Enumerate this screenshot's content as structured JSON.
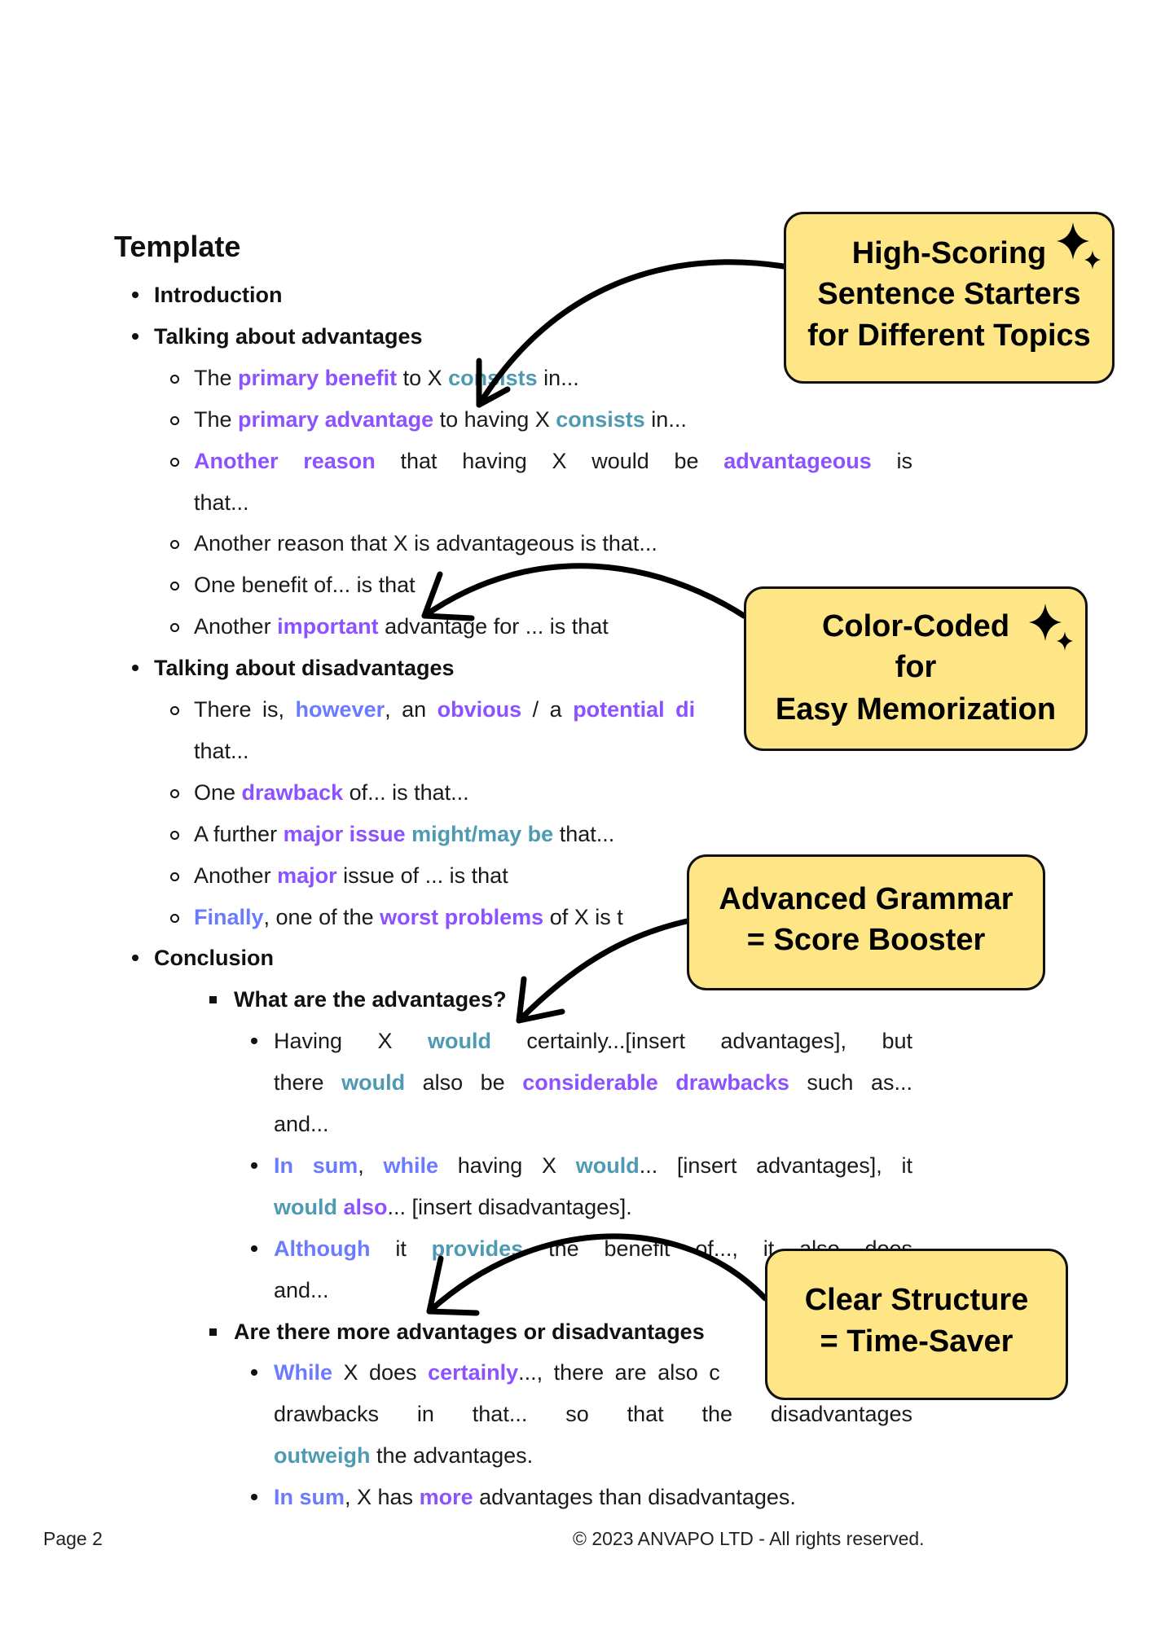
{
  "heading": "Template",
  "colors": {
    "purple": "#8c52ff",
    "teal": "#4f9ab3",
    "blue": "#6b7bff",
    "callout_bg": "#fee585"
  },
  "lines": [
    {
      "level": 1,
      "bold": true,
      "segs": [
        [
          "Introduction",
          ""
        ]
      ]
    },
    {
      "level": 1,
      "bold": true,
      "segs": [
        [
          "Talking about advantages",
          ""
        ]
      ]
    },
    {
      "level": 2,
      "segs": [
        [
          "The ",
          ""
        ],
        [
          "primary benefit",
          "P"
        ],
        [
          " to X ",
          ""
        ],
        [
          "consists",
          "T"
        ],
        [
          " in...",
          ""
        ]
      ]
    },
    {
      "level": 2,
      "segs": [
        [
          "The ",
          ""
        ],
        [
          "primary advantage",
          "P"
        ],
        [
          " to having X ",
          ""
        ],
        [
          "consists",
          "T"
        ],
        [
          " in...",
          ""
        ]
      ]
    },
    {
      "level": 2,
      "justify": true,
      "segs": [
        [
          "Another reason",
          "P"
        ],
        [
          " that having X would be ",
          ""
        ],
        [
          "advantageous",
          "P"
        ],
        [
          " is",
          ""
        ]
      ]
    },
    {
      "level": 2,
      "cont": true,
      "segs": [
        [
          "that...",
          ""
        ]
      ]
    },
    {
      "level": 2,
      "segs": [
        [
          "Another reason that X is advantageous is that...",
          ""
        ]
      ]
    },
    {
      "level": 2,
      "segs": [
        [
          "One benefit of... is that",
          ""
        ]
      ]
    },
    {
      "level": 2,
      "segs": [
        [
          "Another ",
          ""
        ],
        [
          "important",
          "P"
        ],
        [
          " advantage for ... is that",
          ""
        ]
      ]
    },
    {
      "level": 1,
      "bold": true,
      "segs": [
        [
          "Talking about disadvantages",
          ""
        ]
      ]
    },
    {
      "level": 2,
      "wide": true,
      "segs": [
        [
          "There is, ",
          ""
        ],
        [
          "however",
          "B"
        ],
        [
          ", an ",
          ""
        ],
        [
          "obvious",
          "P"
        ],
        [
          " / a ",
          ""
        ],
        [
          "potential di",
          "P"
        ]
      ]
    },
    {
      "level": 2,
      "cont": true,
      "segs": [
        [
          "that...",
          ""
        ]
      ]
    },
    {
      "level": 2,
      "segs": [
        [
          "One ",
          ""
        ],
        [
          "drawback",
          "P"
        ],
        [
          " of... is that...",
          ""
        ]
      ]
    },
    {
      "level": 2,
      "segs": [
        [
          "A further ",
          ""
        ],
        [
          "major issue",
          "P"
        ],
        [
          " ",
          ""
        ],
        [
          "might/may be",
          "T"
        ],
        [
          " that...",
          ""
        ]
      ]
    },
    {
      "level": 2,
      "segs": [
        [
          "Another ",
          ""
        ],
        [
          "major",
          "P"
        ],
        [
          " issue of ... is that",
          ""
        ]
      ]
    },
    {
      "level": 2,
      "segs": [
        [
          "Finally",
          "B"
        ],
        [
          ", one of the ",
          ""
        ],
        [
          "worst problems",
          "P"
        ],
        [
          " of X is t",
          ""
        ]
      ]
    },
    {
      "level": 1,
      "bold": true,
      "segs": [
        [
          "Conclusion",
          ""
        ]
      ]
    },
    {
      "level": 3,
      "bold": true,
      "segs": [
        [
          "What are the advantages?",
          ""
        ]
      ]
    },
    {
      "level": 4,
      "justify": true,
      "segs": [
        [
          "Having X ",
          ""
        ],
        [
          "would",
          "T"
        ],
        [
          " certainly...[insert advantages], but",
          ""
        ]
      ]
    },
    {
      "level": 4,
      "cont": true,
      "justify": true,
      "segs": [
        [
          "there ",
          ""
        ],
        [
          "would",
          "T"
        ],
        [
          " also be ",
          ""
        ],
        [
          "considerable drawbacks",
          "P"
        ],
        [
          " such as...",
          ""
        ]
      ]
    },
    {
      "level": 4,
      "cont": true,
      "segs": [
        [
          "and...",
          ""
        ]
      ]
    },
    {
      "level": 4,
      "justify": true,
      "segs": [
        [
          "In sum",
          "B"
        ],
        [
          ", ",
          ""
        ],
        [
          "while",
          "B"
        ],
        [
          " having X ",
          ""
        ],
        [
          "would",
          "T"
        ],
        [
          "... [insert advantages], it",
          ""
        ]
      ]
    },
    {
      "level": 4,
      "cont": true,
      "segs": [
        [
          "would",
          "T"
        ],
        [
          " ",
          ""
        ],
        [
          "also",
          "P"
        ],
        [
          "... [insert disadvantages].",
          ""
        ]
      ]
    },
    {
      "level": 4,
      "justify": true,
      "segs": [
        [
          "Although",
          "B"
        ],
        [
          " it ",
          ""
        ],
        [
          "provides",
          "T"
        ],
        [
          " the benefit of..., it also does",
          ""
        ]
      ]
    },
    {
      "level": 4,
      "cont": true,
      "segs": [
        [
          "and...",
          ""
        ]
      ]
    },
    {
      "level": 3,
      "bold": true,
      "segs": [
        [
          "Are there more advantages or disadvantages",
          ""
        ]
      ]
    },
    {
      "level": 4,
      "wide": true,
      "segs": [
        [
          "While",
          "B"
        ],
        [
          " X does ",
          ""
        ],
        [
          "certainly",
          "P"
        ],
        [
          "..., there are also c",
          ""
        ]
      ]
    },
    {
      "level": 4,
      "cont": true,
      "justify": true,
      "segs": [
        [
          "drawbacks in that... so that the disadvantages",
          ""
        ]
      ]
    },
    {
      "level": 4,
      "cont": true,
      "segs": [
        [
          "outweigh",
          "T"
        ],
        [
          " the advantages.",
          ""
        ]
      ]
    },
    {
      "level": 4,
      "segs": [
        [
          "In sum",
          "B"
        ],
        [
          ", X has ",
          ""
        ],
        [
          "more",
          "P"
        ],
        [
          " advantages than disadvantages.",
          ""
        ]
      ]
    }
  ],
  "callouts": [
    {
      "lines": [
        "High-Scoring",
        "Sentence Starters",
        "for Different Topics"
      ]
    },
    {
      "lines": [
        "Color-Coded",
        "for",
        "Easy Memorization"
      ]
    },
    {
      "lines": [
        "Advanced Grammar",
        "= Score Booster"
      ]
    },
    {
      "lines": [
        "Clear Structure",
        "= Time-Saver"
      ]
    }
  ],
  "footer": {
    "page": "Page 2",
    "copyright": "© 2023 ANVAPO LTD - All rights reserved."
  }
}
